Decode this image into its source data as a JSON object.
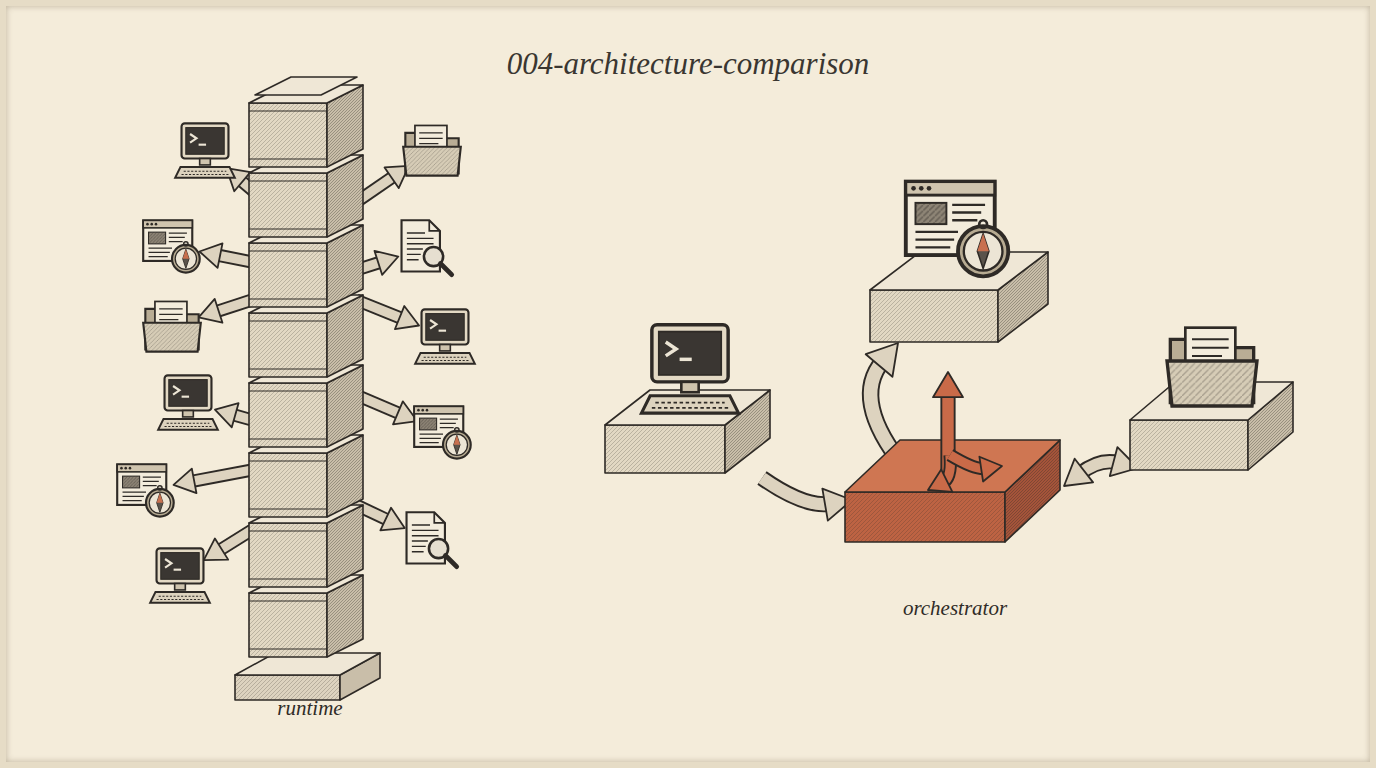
{
  "diagram": {
    "title": "004-architecture-comparison",
    "nodes": [
      {
        "text": [
          "runtime"
        ]
      },
      {
        "text": [
          "orchestrator"
        ]
      }
    ]
  }
}
